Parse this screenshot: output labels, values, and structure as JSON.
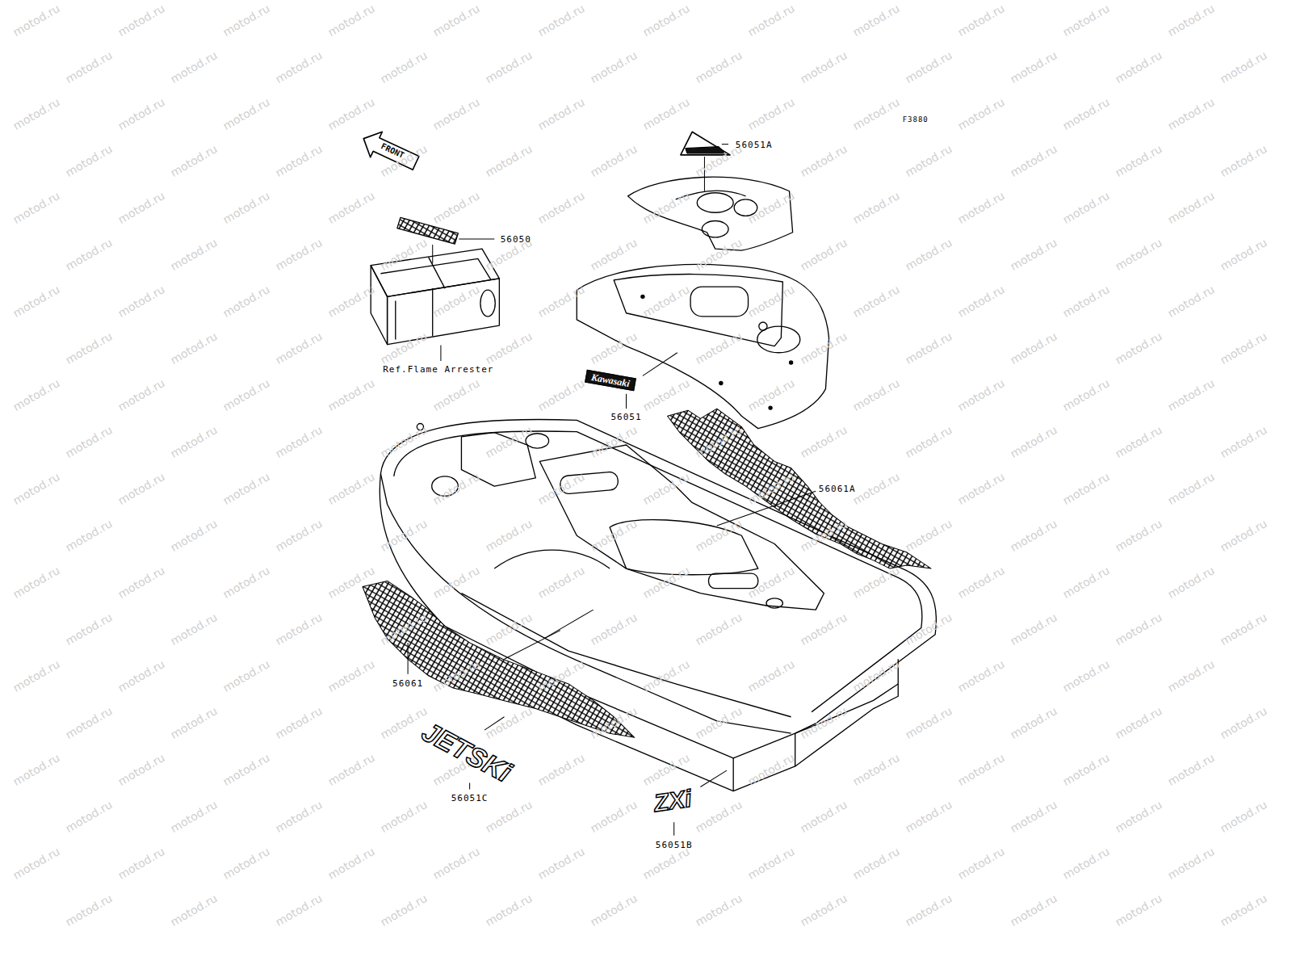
{
  "diagram": {
    "labels": [
      "F3880",
      "FRONT",
      "56051A",
      "56050",
      "Ref.Flame Arrester",
      "Kawasaki",
      "56051",
      "56061A",
      "56061",
      "JETSKi",
      "56051C",
      "ZXi",
      "56051B",
      "motod.ru",
      "motod.ru",
      "motod.ru",
      "motod.ru",
      "motod.ru",
      "motod.ru",
      "motod.ru",
      "motod.ru",
      "motod.ru",
      "motod.ru",
      "motod.ru",
      "motod.ru",
      "motod.ru",
      "motod.ru",
      "motod.ru",
      "motod.ru",
      "motod.ru",
      "motod.ru",
      "motod.ru",
      "motod.ru",
      "motod.ru",
      "motod.ru",
      "motod.ru",
      "motod.ru",
      "motod.ru",
      "motod.ru",
      "motod.ru",
      "motod.ru",
      "motod.ru",
      "motod.ru",
      "motod.ru",
      "motod.ru",
      "motod.ru",
      "motod.ru",
      "motod.ru",
      "motod.ru",
      "motod.ru",
      "motod.ru",
      "motod.ru",
      "motod.ru",
      "motod.ru",
      "motod.ru",
      "motod.ru",
      "motod.ru",
      "motod.ru",
      "motod.ru",
      "motod.ru",
      "motod.ru",
      "motod.ru",
      "motod.ru",
      "motod.ru",
      "motod.ru",
      "motod.ru",
      "motod.ru",
      "motod.ru",
      "motod.ru",
      "motod.ru",
      "motod.ru",
      "motod.ru",
      "motod.ru",
      "motod.ru",
      "motod.ru",
      "motod.ru",
      "motod.ru",
      "motod.ru",
      "motod.ru",
      "motod.ru",
      "motod.ru",
      "motod.ru",
      "motod.ru",
      "motod.ru",
      "motod.ru",
      "motod.ru",
      "motod.ru",
      "motod.ru",
      "motod.ru",
      "motod.ru",
      "motod.ru",
      "motod.ru",
      "motod.ru",
      "motod.ru",
      "motod.ru",
      "motod.ru",
      "motod.ru",
      "motod.ru",
      "motod.ru",
      "motod.ru",
      "motod.ru",
      "motod.ru",
      "motod.ru",
      "motod.ru",
      "motod.ru",
      "motod.ru",
      "motod.ru",
      "motod.ru",
      "motod.ru",
      "motod.ru",
      "motod.ru",
      "motod.ru",
      "motod.ru",
      "motod.ru",
      "motod.ru",
      "motod.ru",
      "motod.ru",
      "motod.ru",
      "motod.ru",
      "motod.ru",
      "motod.ru",
      "motod.ru",
      "motod.ru",
      "motod.ru",
      "motod.ru",
      "motod.ru",
      "motod.ru",
      "motod.ru",
      "motod.ru",
      "motod.ru",
      "motod.ru",
      "motod.ru",
      "motod.ru",
      "motod.ru",
      "motod.ru",
      "motod.ru",
      "motod.ru",
      "motod.ru",
      "motod.ru",
      "motod.ru",
      "motod.ru",
      "motod.ru",
      "motod.ru",
      "motod.ru",
      "motod.ru",
      "motod.ru",
      "motod.ru",
      "motod.ru",
      "motod.ru",
      "motod.ru",
      "motod.ru",
      "motod.ru",
      "motod.ru",
      "motod.ru",
      "motod.ru",
      "motod.ru",
      "motod.ru",
      "motod.ru",
      "motod.ru",
      "motod.ru",
      "motod.ru",
      "motod.ru",
      "motod.ru",
      "motod.ru",
      "motod.ru",
      "motod.ru",
      "motod.ru",
      "motod.ru",
      "motod.ru",
      "motod.ru",
      "motod.ru",
      "motod.ru",
      "motod.ru",
      "motod.ru",
      "motod.ru",
      "motod.ru",
      "motod.ru",
      "motod.ru",
      "motod.ru",
      "motod.ru",
      "motod.ru",
      "motod.ru",
      "motod.ru",
      "motod.ru",
      "motod.ru",
      "motod.ru",
      "motod.ru",
      "motod.ru",
      "motod.ru",
      "motod.ru",
      "motod.ru",
      "motod.ru",
      "motod.ru",
      "motod.ru",
      "motod.ru",
      "motod.ru",
      "motod.ru",
      "motod.ru",
      "motod.ru",
      "motod.ru",
      "motod.ru",
      "motod.ru",
      "motod.ru",
      "motod.ru",
      "motod.ru",
      "motod.ru",
      "motod.ru",
      "motod.ru",
      "motod.ru",
      "motod.ru",
      "motod.ru",
      "motod.ru",
      "motod.ru",
      "motod.ru",
      "motod.ru",
      "motod.ru",
      "motod.ru",
      "motod.ru",
      "motod.ru",
      "motod.ru",
      "motod.ru",
      "motod.ru",
      "motod.ru",
      "motod.ru",
      "motod.ru",
      "motod.ru",
      "motod.ru",
      "motod.ru",
      "motod.ru",
      "motod.ru",
      "motod.ru",
      "motod.ru",
      "motod.ru",
      "motod.ru",
      "motod.ru",
      "motod.ru",
      "motod.ru",
      "motod.ru",
      "motod.ru",
      "motod.ru",
      "motod.ru",
      "motod.ru",
      "motod.ru",
      "motod.ru",
      "motod.ru",
      "motod.ru",
      "motod.ru",
      "motod.ru",
      "motod.ru",
      "motod.ru",
      "motod.ru",
      "motod.ru",
      "motod.ru"
    ]
  }
}
